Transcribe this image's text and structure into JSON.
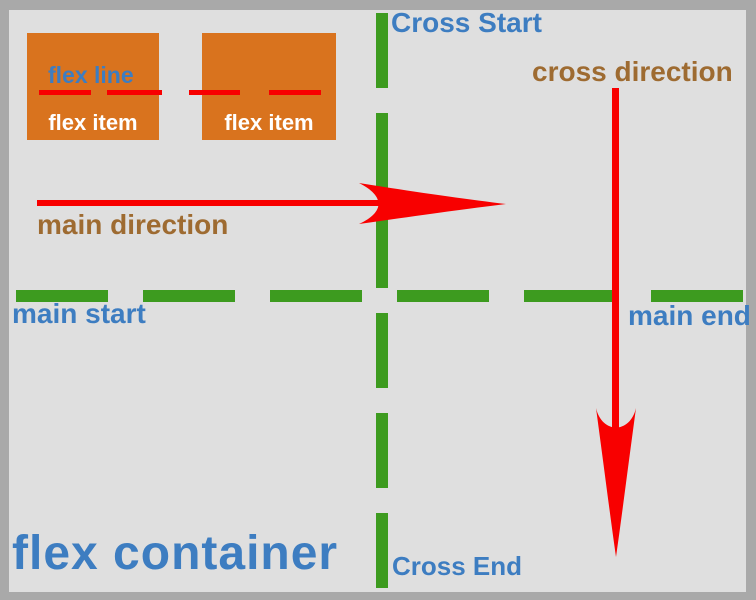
{
  "diagram": {
    "title": "flex container",
    "labels": {
      "cross_start": "Cross Start",
      "cross_end": "Cross End",
      "main_start": "main start",
      "main_end": "main end",
      "main_direction": "main direction",
      "cross_direction": "cross direction",
      "flex_line": "flex line",
      "flex_item_1": "flex item",
      "flex_item_2": "flex item"
    },
    "colors": {
      "border": "#A9A9A9",
      "background": "#DFDFDF",
      "orange": "#D9731E",
      "green": "#3D9B1F",
      "red": "#F80000",
      "blue": "#3D7DC1",
      "brown": "#9E6B31"
    }
  }
}
